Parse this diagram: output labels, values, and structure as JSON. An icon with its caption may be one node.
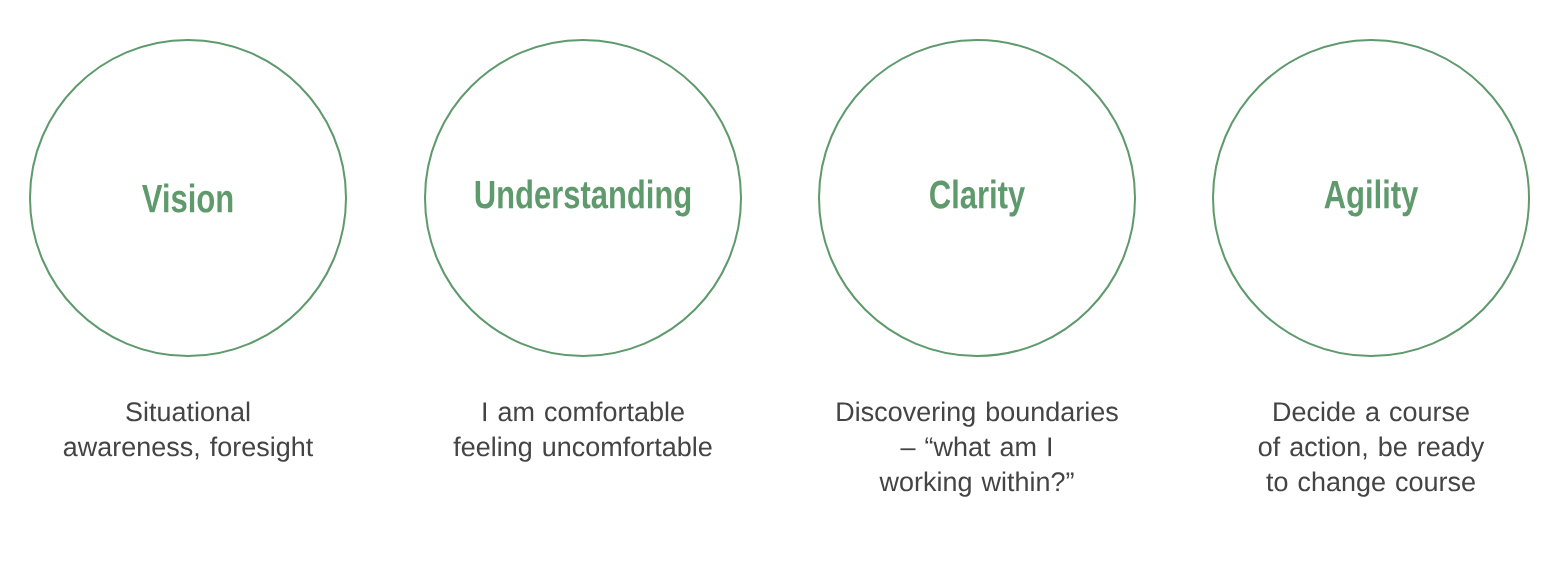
{
  "diagram": {
    "nodes": [
      {
        "text": [
          "Vision"
        ],
        "beside": [
          "Situational awareness, foresight"
        ]
      },
      {
        "text": [
          "Understanding"
        ],
        "beside": [
          "I am comfortable feeling uncomfortable"
        ]
      },
      {
        "text": [
          "Clarity"
        ],
        "beside": [
          "Discovering boundaries – “what am I working within?”"
        ]
      },
      {
        "text": [
          "Agility"
        ],
        "beside": [
          "Decide a course of action, be ready to change course"
        ]
      }
    ]
  }
}
